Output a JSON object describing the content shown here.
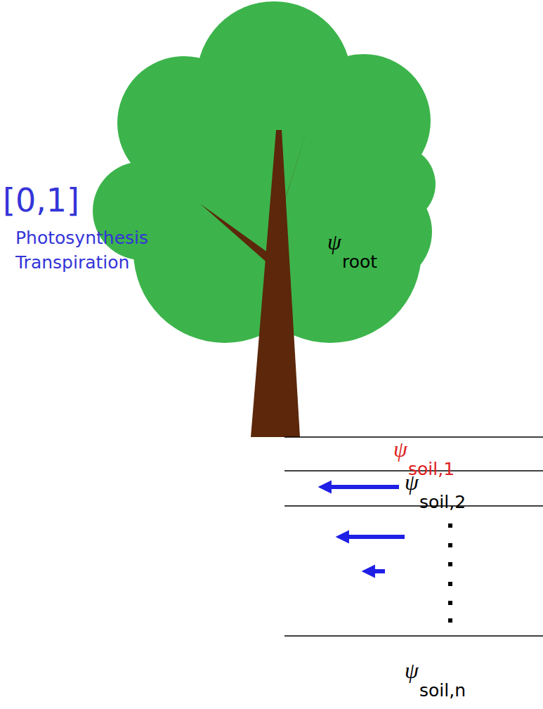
{
  "diagram": {
    "labels": [
      "[0,1]",
      "Photosynthesis",
      "Transpiration",
      "ψ",
      "root",
      "ψ",
      "soil,1",
      "ψ",
      "soil,2",
      "ψ",
      "soil,n"
    ]
  }
}
